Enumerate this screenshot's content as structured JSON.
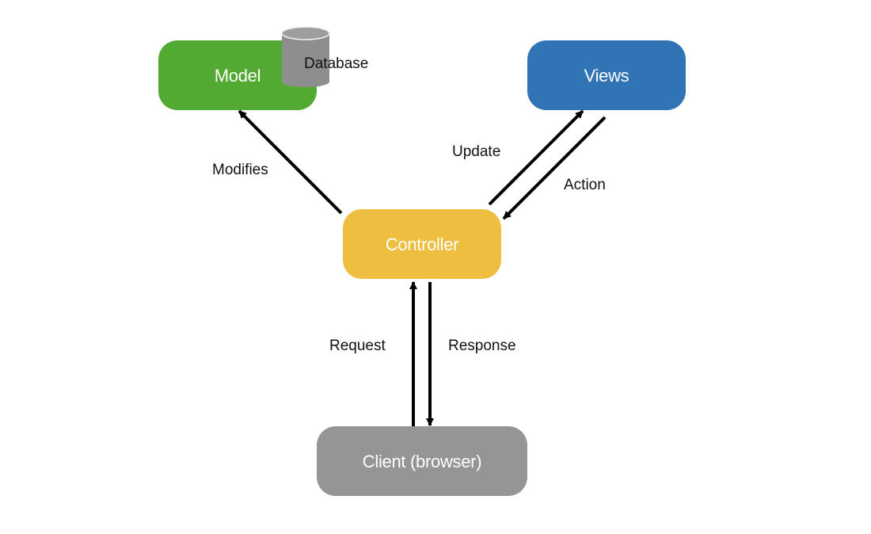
{
  "nodes": {
    "model": {
      "label": "Model",
      "color": "#52AA33"
    },
    "views": {
      "label": "Views",
      "color": "#3174B6"
    },
    "controller": {
      "label": "Controller",
      "color": "#EEBE40"
    },
    "client": {
      "label": "Client (browser)",
      "color": "#959595"
    },
    "database": {
      "label": "Database",
      "color": "#8E8E8E",
      "icon": "database-cylinder-icon"
    }
  },
  "edges": {
    "modifies": {
      "label": "Modifies",
      "from": "Controller",
      "to": "Model"
    },
    "update": {
      "label": "Update",
      "from": "Controller",
      "to": "Views"
    },
    "action": {
      "label": "Action",
      "from": "Views",
      "to": "Controller"
    },
    "request": {
      "label": "Request",
      "from": "Client (browser)",
      "to": "Controller"
    },
    "response": {
      "label": "Response",
      "from": "Controller",
      "to": "Client (browser)"
    }
  }
}
